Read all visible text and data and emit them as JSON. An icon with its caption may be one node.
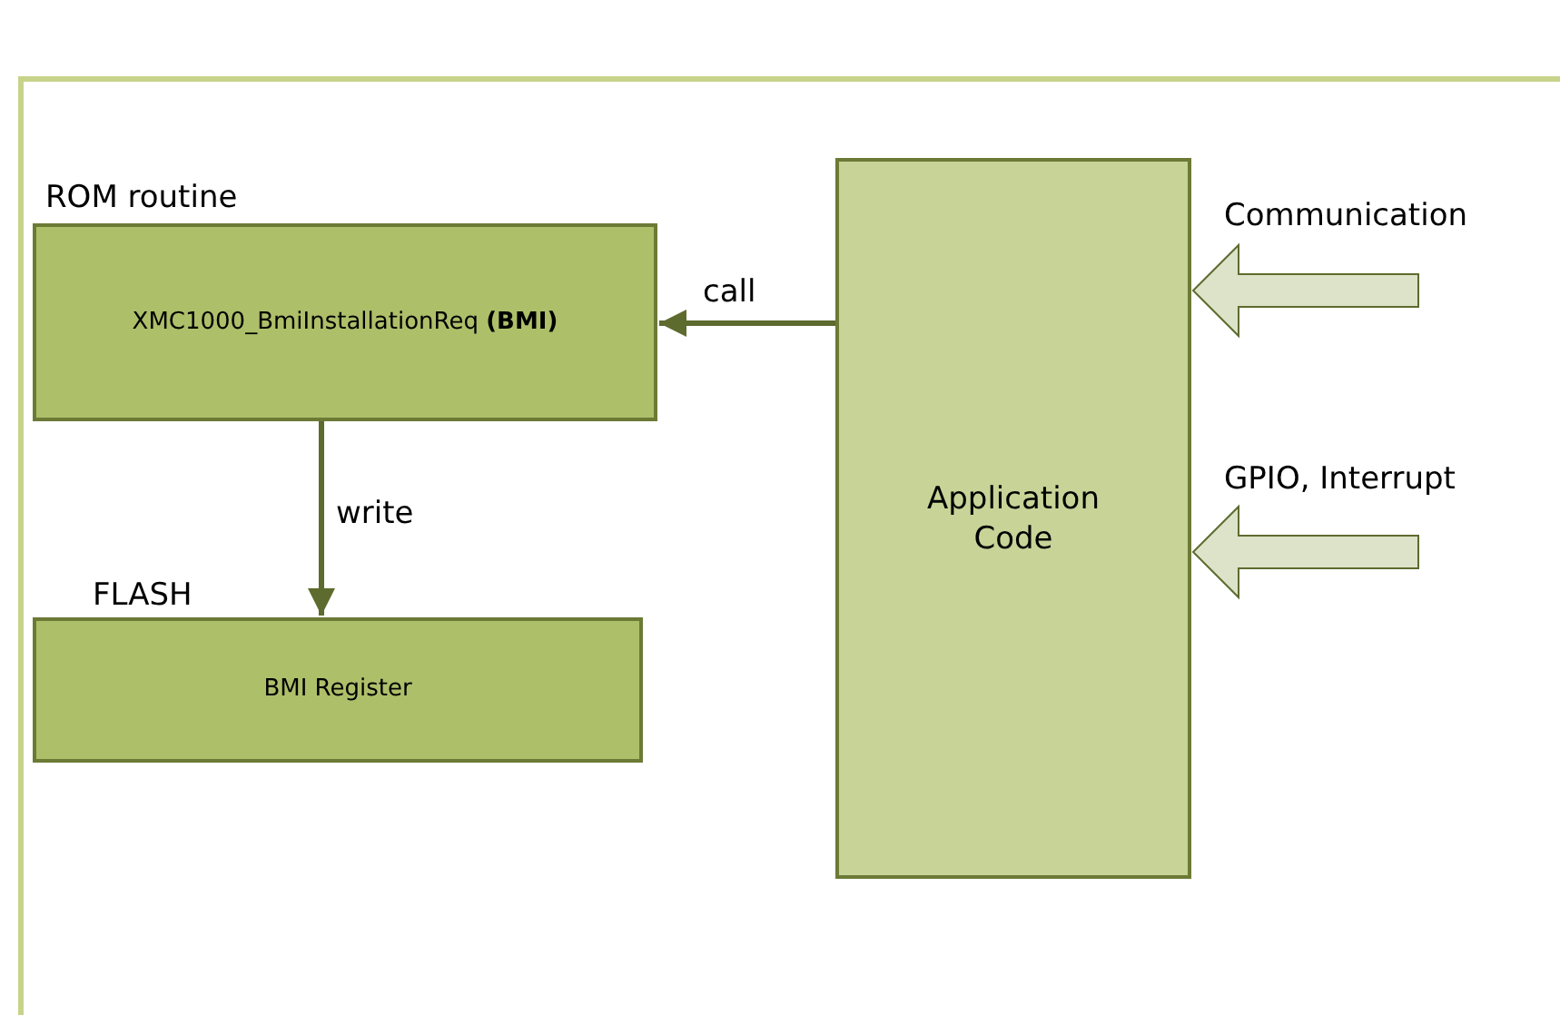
{
  "diagram": {
    "nodes": [
      {
        "text": [],
        "shape": "box"
      },
      {
        "text": [
          "ROM routine",
          "XMC1000_BmiInstallationReq **(BMI)**"
        ],
        "in": 0
      },
      {
        "text": [
          "FLASH",
          "BMI Register"
        ],
        "in": 0
      },
      {
        "text": [
          "Application Code"
        ],
        "in": 0
      }
    ],
    "edges": [
      {
        "from": 3,
        "to": 1,
        "arrow": "to",
        "label": "call"
      },
      {
        "from": 1,
        "to": 2,
        "arrow": "to",
        "label": "write"
      },
      {
        "from": null,
        "to": 3,
        "arrow": "to",
        "label": "Communication",
        "style": "thick",
        "color": "#dce3c8"
      },
      {
        "from": null,
        "to": 3,
        "arrow": "to",
        "label": "GPIO, Interrupt",
        "style": "thick",
        "color": "#dce3c8"
      }
    ]
  }
}
